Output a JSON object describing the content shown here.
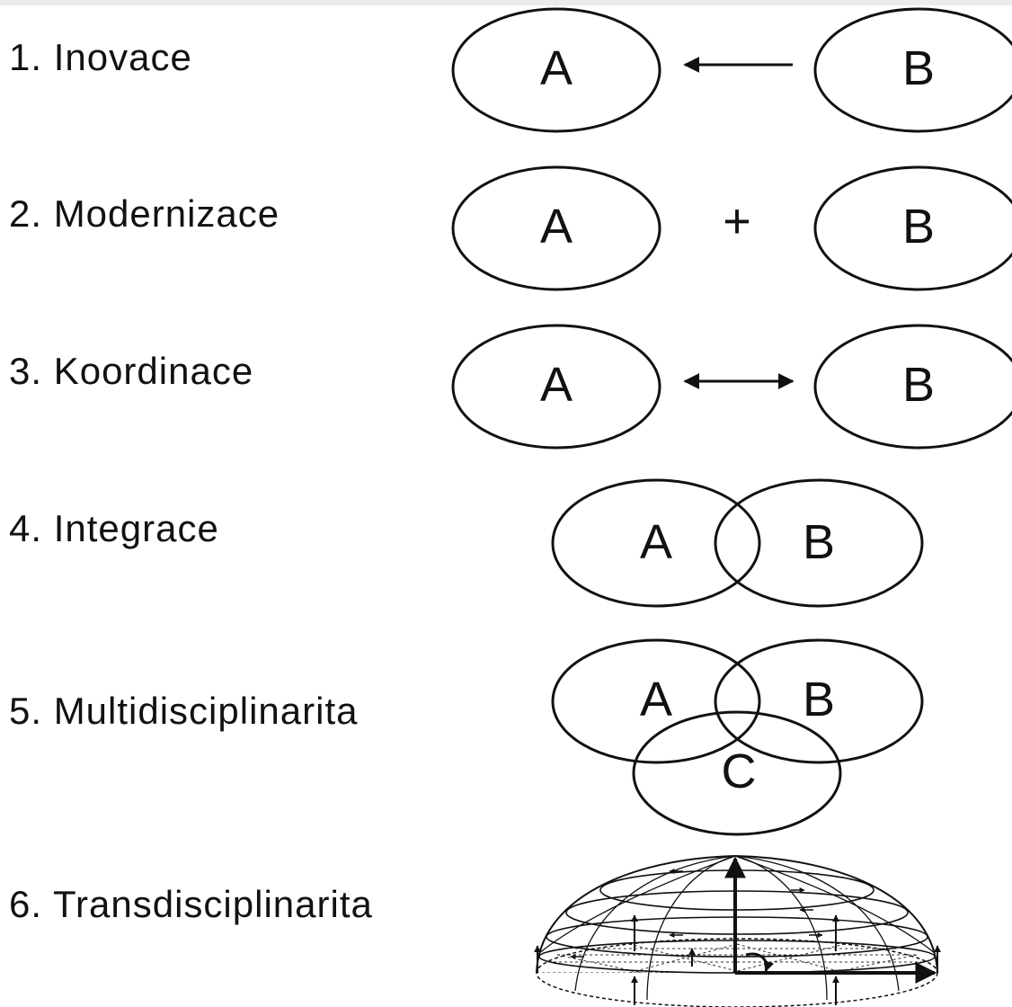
{
  "rows": [
    {
      "label": "1. Inovace",
      "circles": [
        "A",
        "B"
      ],
      "relation_symbol": "←"
    },
    {
      "label": "2. Modernizace",
      "circles": [
        "A",
        "B"
      ],
      "relation_symbol": "+"
    },
    {
      "label": "3. Koordinace",
      "circles": [
        "A",
        "B"
      ],
      "relation_symbol": "↔"
    },
    {
      "label": "4. Integrace",
      "circles": [
        "A",
        "B"
      ]
    },
    {
      "label": "5. Multidisciplinarita",
      "circles": [
        "A",
        "B",
        "C"
      ]
    },
    {
      "label": "6. Transdisciplinarita",
      "figure": "hemisphere"
    }
  ],
  "colors": {
    "ink": "#111111",
    "background": "#ffffff",
    "frame": "#ebebeb"
  }
}
